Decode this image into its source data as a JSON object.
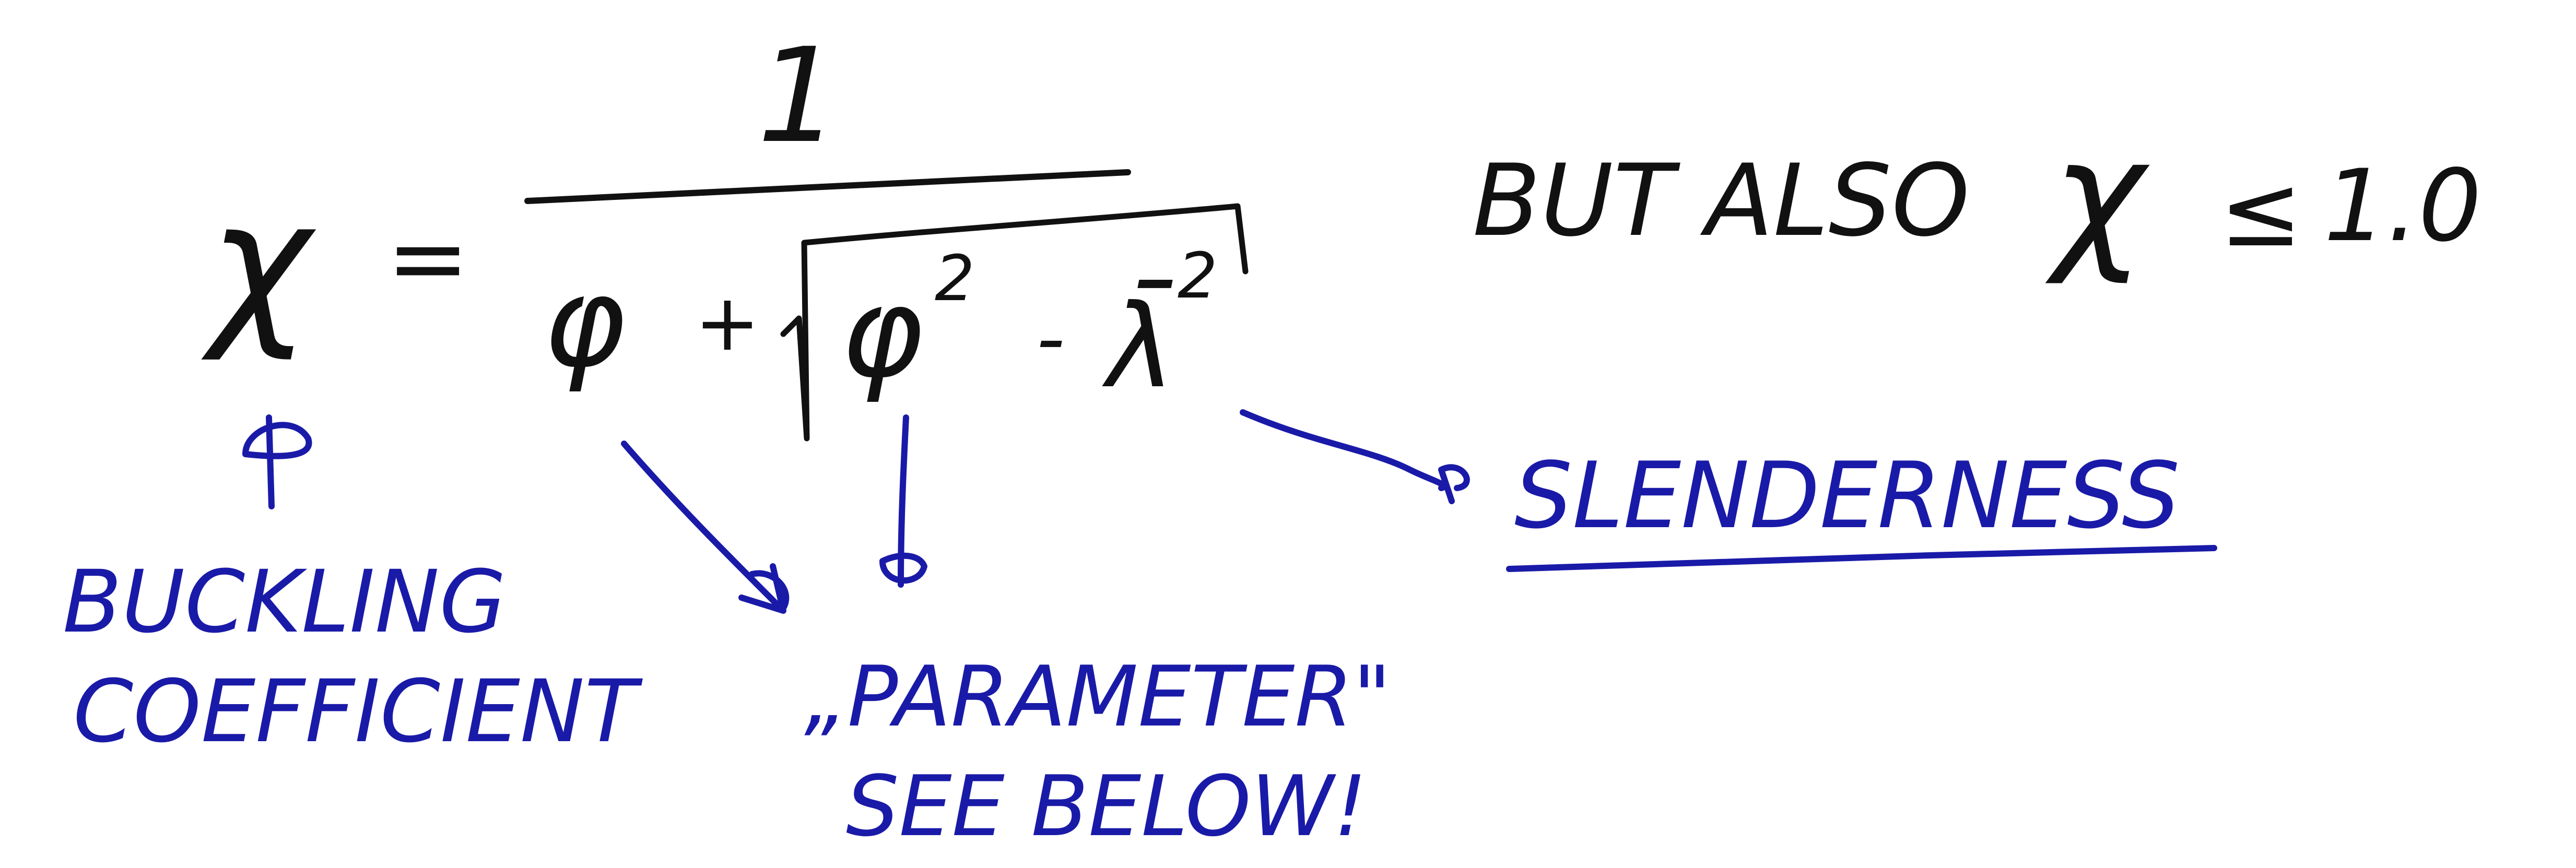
{
  "formula": {
    "lhs": "χ",
    "equals": "=",
    "numerator": "1",
    "denominator_phi": "φ",
    "plus": "+",
    "root_phi": "φ",
    "root_phi_exp": "2",
    "minus": "-",
    "lambda": "λ̄",
    "lambda_exp": "2"
  },
  "side_note": {
    "text": "BUT ALSO",
    "chi": "χ",
    "leq": "≤",
    "value": "1.0"
  },
  "annotations": {
    "buckling_line1": "BUCKLING",
    "buckling_line2": "COEFFICIENT",
    "parameter_line1": "„PARAMETER\"",
    "parameter_line2": "SEE BELOW!",
    "slenderness": "SLENDERNESS"
  },
  "colors": {
    "formula_ink": "#111111",
    "annotation_ink": "#1a1aa8",
    "background": "#ffffff"
  }
}
